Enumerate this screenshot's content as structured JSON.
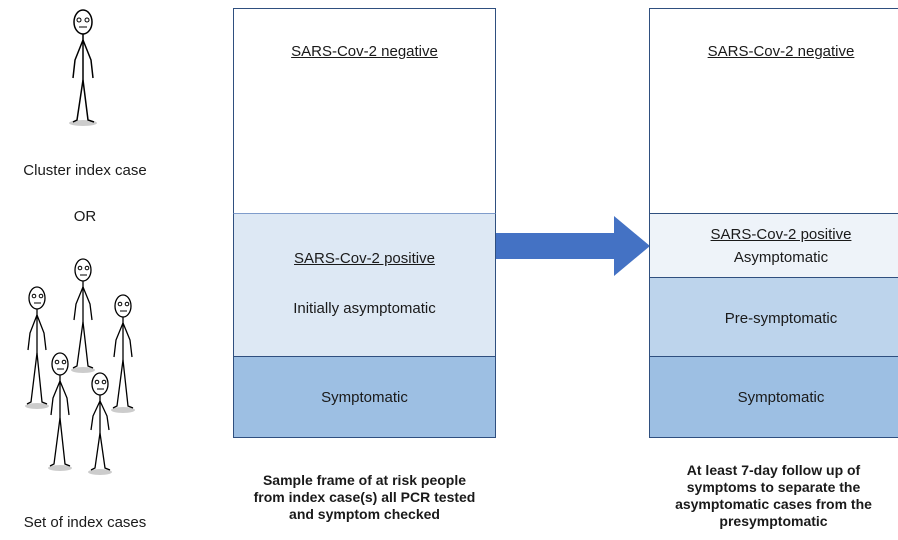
{
  "left_panel": {
    "cluster_label": "Cluster index case",
    "or_label": "OR",
    "set_label": "Set of index cases"
  },
  "box1": {
    "negative_label": "SARS-Cov-2 negative",
    "positive_label": "SARS-Cov-2 positive",
    "positive_sublabel": "Initially asymptomatic",
    "symptomatic_label": "Symptomatic",
    "caption": [
      "Sample frame of at risk people",
      "from index case(s) all PCR tested",
      "and symptom checked"
    ]
  },
  "box2": {
    "negative_label": "SARS-Cov-2 negative",
    "positive_label": "SARS-Cov-2 positive",
    "positive_sublabel": "Asymptomatic",
    "presymptomatic_label": "Pre-symptomatic",
    "symptomatic_label": "Symptomatic",
    "caption": [
      "At least 7-day follow up of",
      "symptoms to separate the",
      "asymptomatic cases from the",
      "presymptomatic"
    ]
  },
  "colors": {
    "border": "#2f4f7f",
    "positive_fill": "#dde8f4",
    "positive_fill_light": "#eef3f9",
    "presymptomatic_fill": "#bdd4ec",
    "symptomatic_fill": "#9dbfe3",
    "arrow": "#4472c4"
  }
}
